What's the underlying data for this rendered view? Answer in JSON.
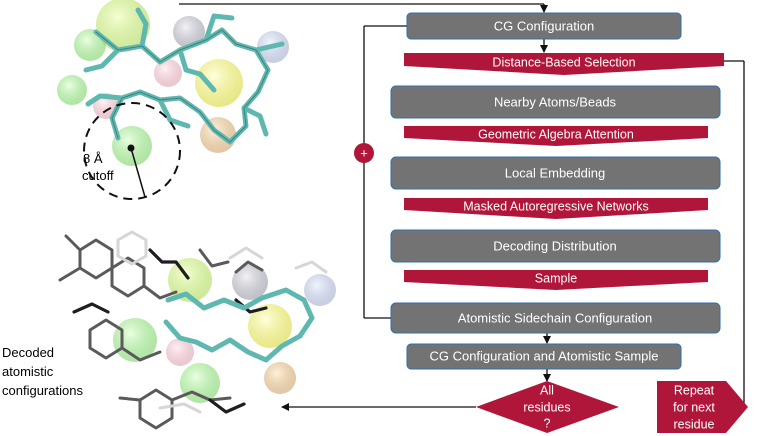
{
  "colors": {
    "box_fill": "#737373",
    "box_stroke": "#2f6fb0",
    "accent_red": "#b0163a",
    "line": "#111111",
    "text_on_dark": "#ffffff"
  },
  "flow": {
    "cg_configuration": "CG Configuration",
    "distance_based_selection": "Distance-Based Selection",
    "nearby_atoms_beads": "Nearby Atoms/Beads",
    "geometric_algebra_attention": "Geometric Algebra Attention",
    "local_embedding": "Local Embedding",
    "masked_autoregressive_networks": "Masked Autoregressive Networks",
    "decoding_distribution": "Decoding Distribution",
    "sample": "Sample",
    "atomistic_sidechain_configuration": "Atomistic Sidechain Configuration",
    "cg_configuration_and_atomistic_sample": "CG Configuration and Atomistic Sample",
    "decision_line1": "All",
    "decision_line2": "residues",
    "decision_line3": "?",
    "repeat_line1": "Repeat",
    "repeat_line2": "for next",
    "repeat_line3": "residue",
    "plus_symbol": "+"
  },
  "molecule_top": {
    "cutoff_line1": "8 Å",
    "cutoff_line2": "cutoff"
  },
  "molecule_bottom": {
    "caption_line1": "Decoded",
    "caption_line2": "atomistic",
    "caption_line3": "configurations"
  }
}
